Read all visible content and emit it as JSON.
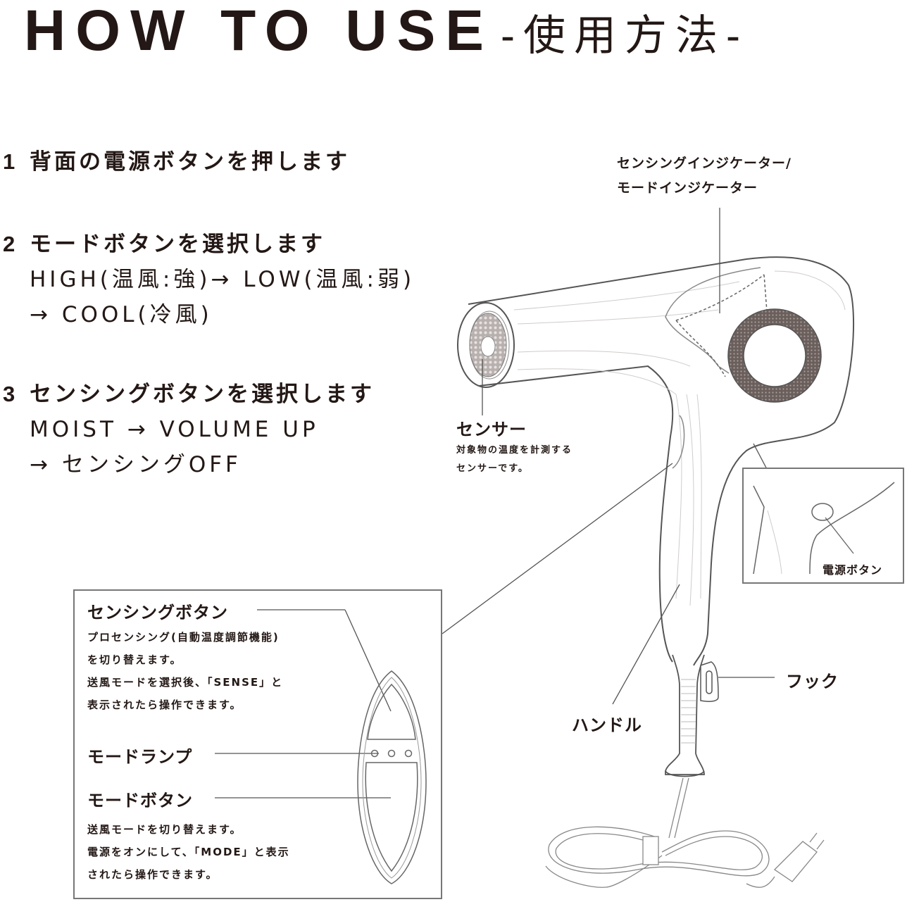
{
  "header": {
    "title": "HOW TO USE",
    "subtitle": "-使用方法-"
  },
  "steps": [
    {
      "number": "1",
      "heading": "背面の電源ボタンを押します",
      "lines": []
    },
    {
      "number": "2",
      "heading": "モードボタンを選択します",
      "lines": [
        "HIGH(温風:強)→ LOW(温風:弱)",
        "→ COOL(冷風)"
      ]
    },
    {
      "number": "3",
      "heading": "センシングボタンを選択します",
      "lines": [
        "MOIST → VOLUME UP",
        "→ センシングOFF"
      ]
    }
  ],
  "callouts": {
    "indicator": {
      "line1": "センシングインジケーター/",
      "line2": "モードインジケーター"
    },
    "sensor": {
      "title": "センサー",
      "desc1": "対象物の温度を計測する",
      "desc2": "センサーです。"
    },
    "power_button": {
      "label": "電源ボタン"
    },
    "hook": {
      "label": "フック"
    },
    "handle": {
      "label": "ハンドル"
    }
  },
  "control_panel": {
    "sensing_button": {
      "title": "センシングボタン",
      "desc": [
        "プロセンシング(自動温度調節機能)",
        "を切り替えます。",
        "送風モードを選択後、「SENSE」と",
        "表示されたら操作できます。"
      ]
    },
    "mode_lamp": {
      "title": "モードランプ"
    },
    "mode_button": {
      "title": "モードボタン",
      "desc": [
        "送風モードを切り替えます。",
        "電源をオンにして、「MODE」と表示",
        "されたら操作できます。"
      ]
    }
  },
  "colors": {
    "ink": "#231815",
    "line": "#555555",
    "light_line": "#bbbbbb",
    "mesh": "#5a4f4c"
  }
}
